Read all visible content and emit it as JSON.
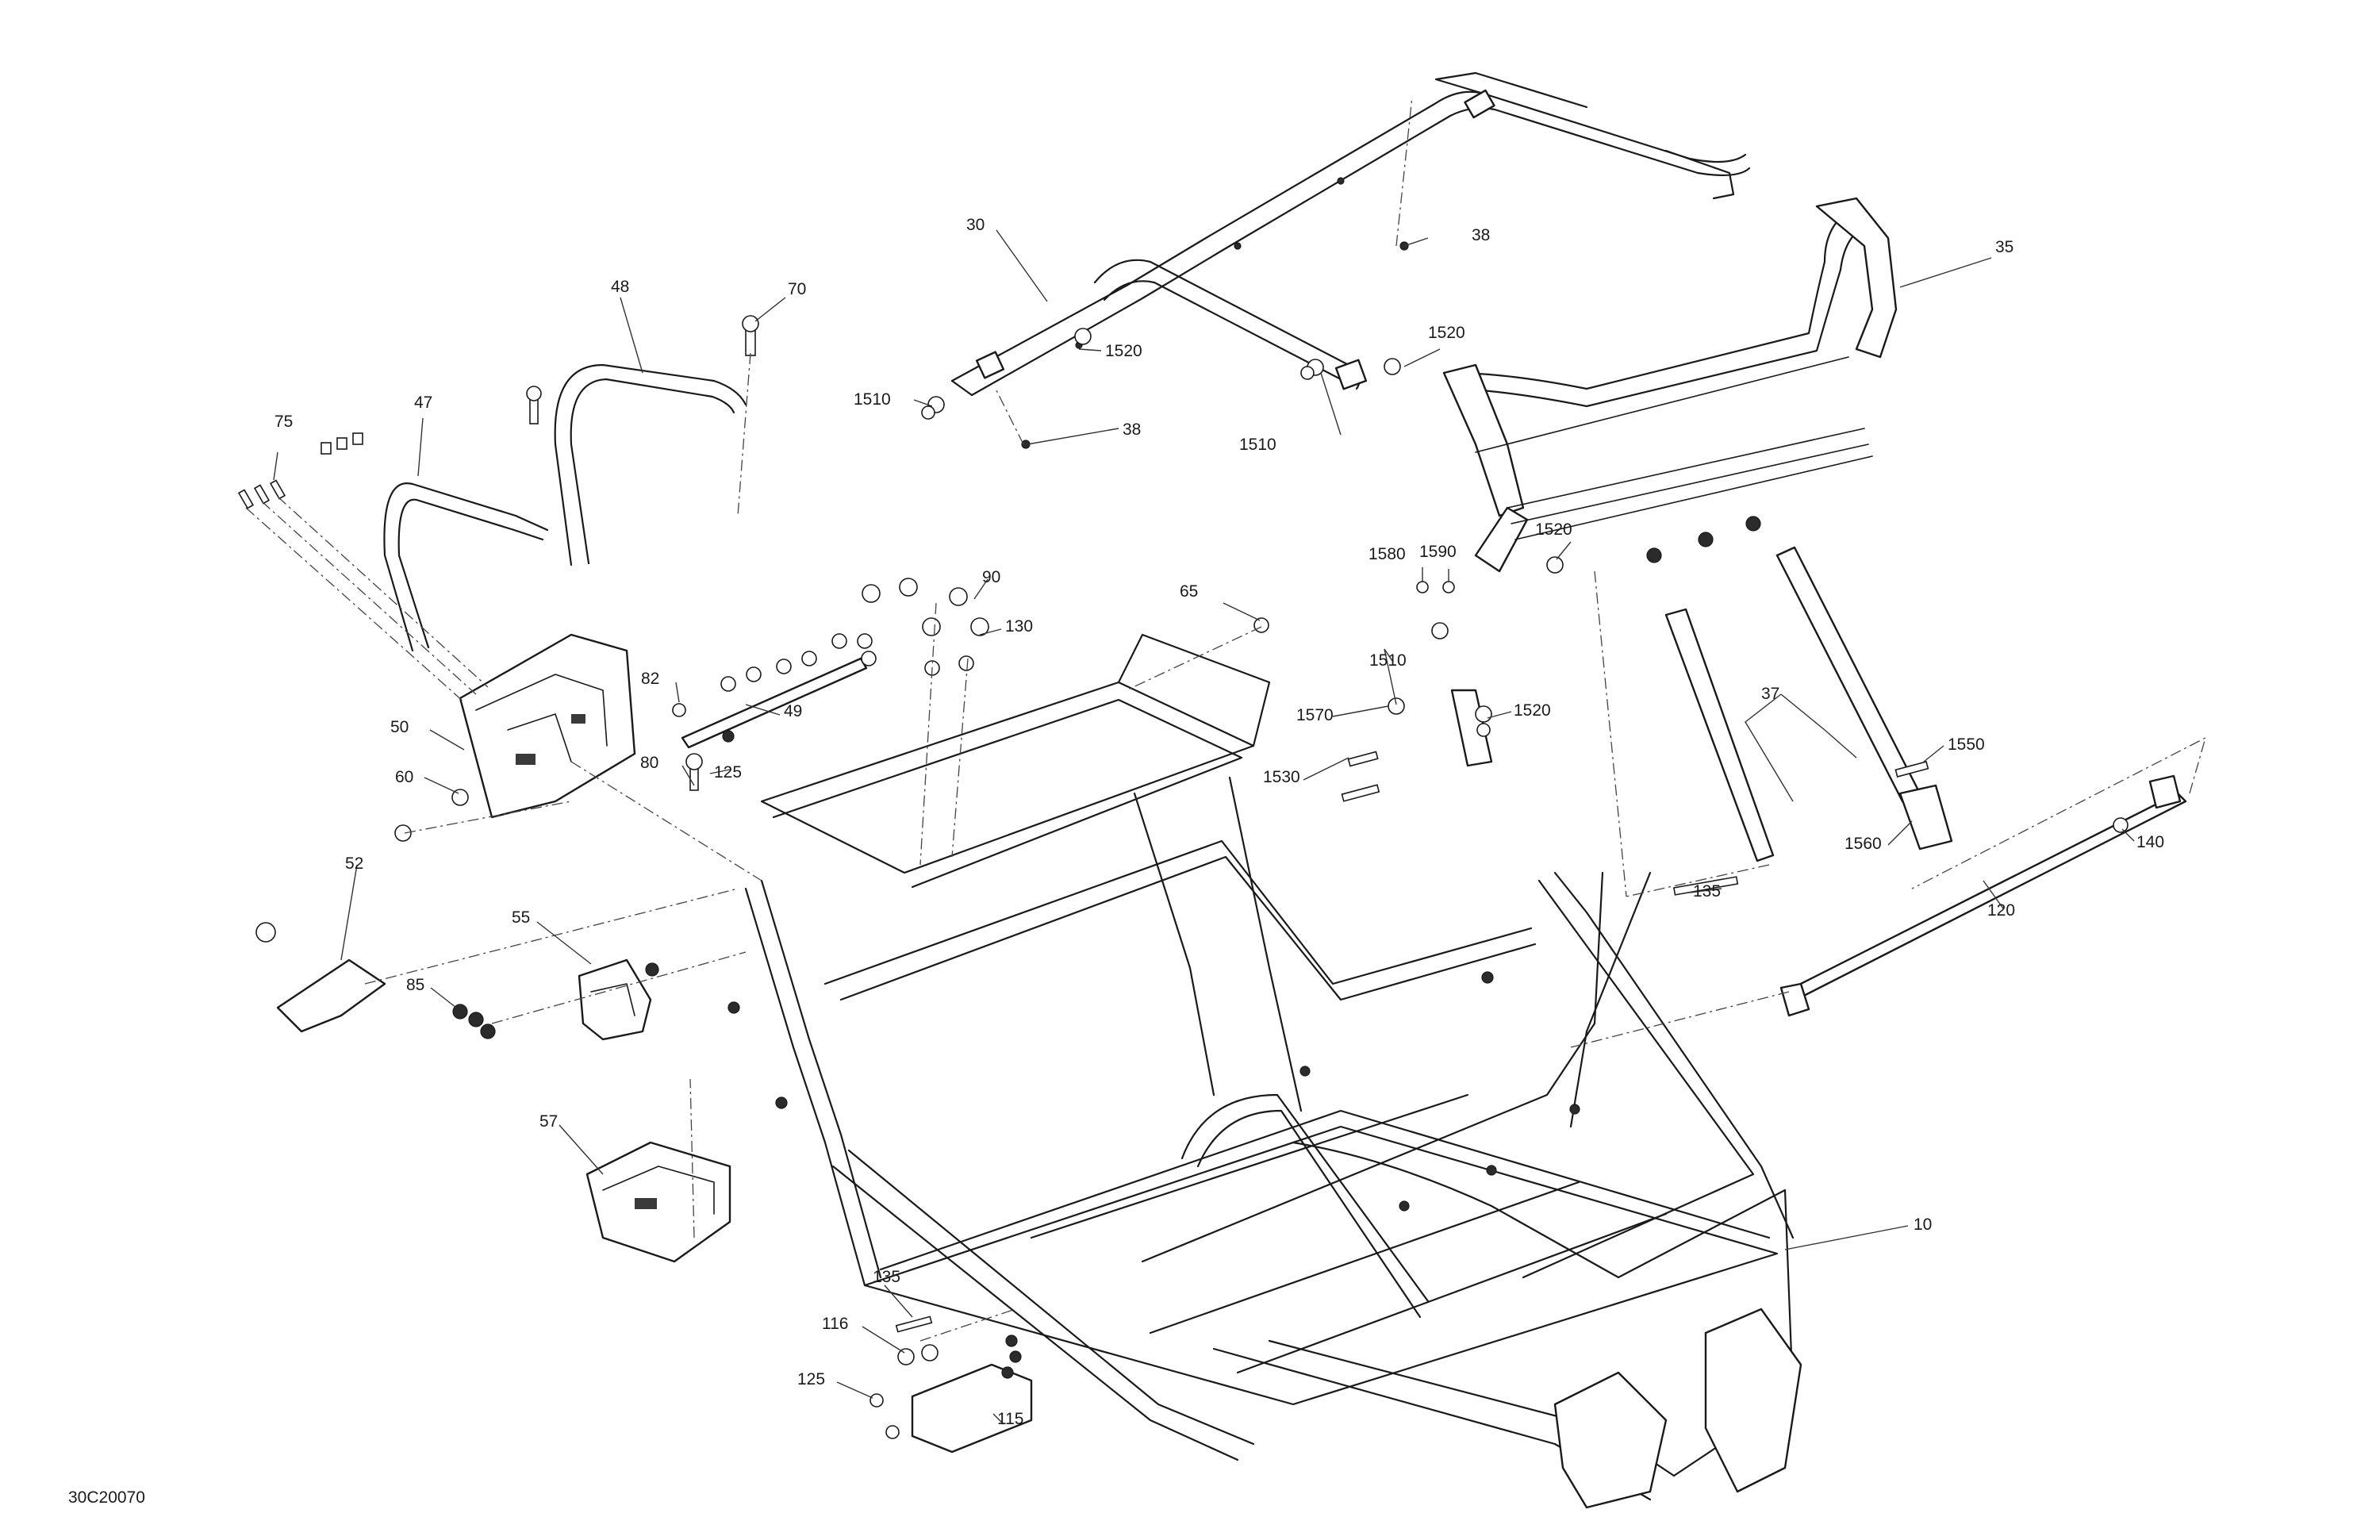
{
  "drawing_id": "30C20070",
  "callouts": [
    {
      "id": "c-30",
      "text": "30"
    },
    {
      "id": "c-38a",
      "text": "38"
    },
    {
      "id": "c-35",
      "text": "35"
    },
    {
      "id": "c-48",
      "text": "48"
    },
    {
      "id": "c-70",
      "text": "70"
    },
    {
      "id": "c-1520a",
      "text": "1520"
    },
    {
      "id": "c-1520b",
      "text": "1520"
    },
    {
      "id": "c-1510a",
      "text": "1510"
    },
    {
      "id": "c-38b",
      "text": "38"
    },
    {
      "id": "c-75",
      "text": "75"
    },
    {
      "id": "c-47",
      "text": "47"
    },
    {
      "id": "c-1510b",
      "text": "1510"
    },
    {
      "id": "c-1580",
      "text": "1580"
    },
    {
      "id": "c-1590",
      "text": "1590"
    },
    {
      "id": "c-1520c",
      "text": "1520"
    },
    {
      "id": "c-90",
      "text": "90"
    },
    {
      "id": "c-65",
      "text": "65"
    },
    {
      "id": "c-130",
      "text": "130"
    },
    {
      "id": "c-1510c",
      "text": "1510"
    },
    {
      "id": "c-82",
      "text": "82"
    },
    {
      "id": "c-49",
      "text": "49"
    },
    {
      "id": "c-50",
      "text": "50"
    },
    {
      "id": "c-1570",
      "text": "1570"
    },
    {
      "id": "c-1520d",
      "text": "1520"
    },
    {
      "id": "c-37",
      "text": "37"
    },
    {
      "id": "c-80",
      "text": "80"
    },
    {
      "id": "c-125a",
      "text": "125"
    },
    {
      "id": "c-1550",
      "text": "1550"
    },
    {
      "id": "c-1530",
      "text": "1530"
    },
    {
      "id": "c-60",
      "text": "60"
    },
    {
      "id": "c-1560",
      "text": "1560"
    },
    {
      "id": "c-140",
      "text": "140"
    },
    {
      "id": "c-52",
      "text": "52"
    },
    {
      "id": "c-135a",
      "text": "135"
    },
    {
      "id": "c-120",
      "text": "120"
    },
    {
      "id": "c-55",
      "text": "55"
    },
    {
      "id": "c-85",
      "text": "85"
    },
    {
      "id": "c-57",
      "text": "57"
    },
    {
      "id": "c-10",
      "text": "10"
    },
    {
      "id": "c-135b",
      "text": "135"
    },
    {
      "id": "c-116",
      "text": "116"
    },
    {
      "id": "c-125b",
      "text": "125"
    },
    {
      "id": "c-115",
      "text": "115"
    }
  ]
}
